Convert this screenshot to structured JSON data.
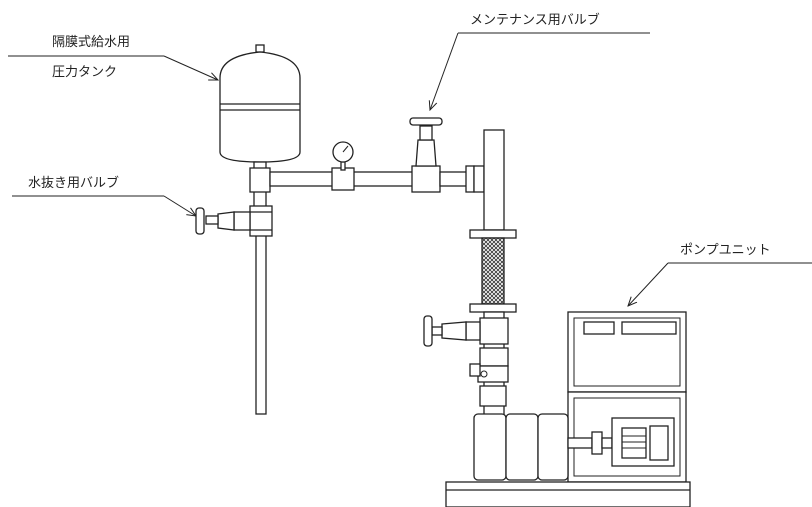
{
  "labels": {
    "tank_line1": "隔膜式給水用",
    "tank_line2": "圧力タンク",
    "maintenance_valve": "メンテナンス用バルブ",
    "drain_valve": "水抜き用バルブ",
    "pump_unit": "ポンプユニット"
  },
  "icons": {
    "pressure_gauge": "pressure-gauge-icon",
    "gate_valve": "gate-valve-icon",
    "motor": "motor-icon"
  }
}
